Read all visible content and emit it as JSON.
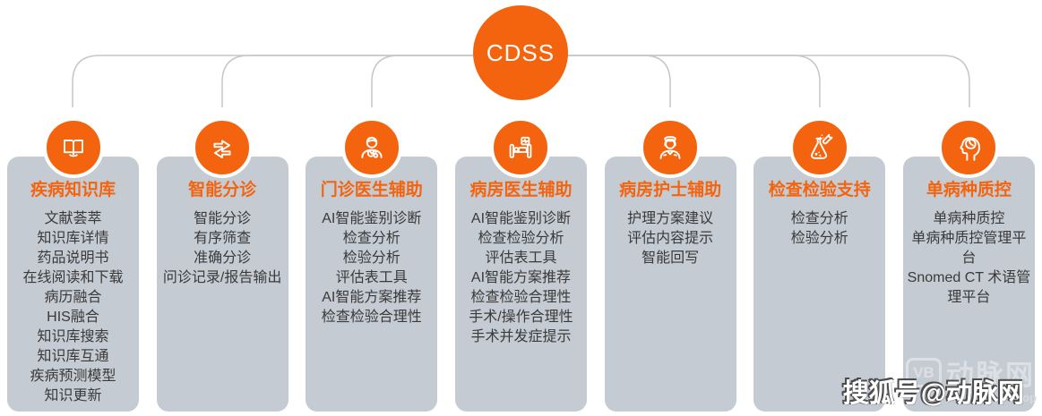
{
  "root_node": {
    "label": "CDSS"
  },
  "colors": {
    "accent_orange": "#f4640f",
    "card_background": "#c5cbd2",
    "connector_line": "#c6c6c6",
    "item_text": "#3a3a3a",
    "background": "#ffffff"
  },
  "columns": [
    {
      "icon": "book-icon",
      "title": "疾病知识库",
      "items": [
        "文献荟萃",
        "知识库详情",
        "药品说明书",
        "在线阅读和下载",
        "病历融合",
        "HIS融合",
        "知识库搜索",
        "知识库互通",
        "疾病预测模型",
        "知识更新"
      ]
    },
    {
      "icon": "transfer-arrows-icon",
      "title": "智能分诊",
      "items": [
        "智能分诊",
        "有序筛查",
        "准确分诊",
        "问诊记录/报告输出"
      ]
    },
    {
      "icon": "doctor-icon",
      "title": "门诊医生辅助",
      "items": [
        "AI智能鉴别诊断",
        "检查分析",
        "检验分析",
        "评估表工具",
        "AI智能方案推荐",
        "检查检验合理性"
      ]
    },
    {
      "icon": "hospital-bed-icon",
      "title": "病房医生辅助",
      "items": [
        "AI智能鉴别诊断",
        "检查检验分析",
        "评估表工具",
        "AI智能方案推荐",
        "检查检验合理性",
        "手术/操作合理性",
        "手术并发症提示"
      ]
    },
    {
      "icon": "nurse-icon",
      "title": "病房护士辅助",
      "items": [
        "护理方案建议",
        "评估内容提示",
        "智能回写"
      ]
    },
    {
      "icon": "lab-flask-icon",
      "title": "检查检验支持",
      "items": [
        "检查分析",
        "检验分析"
      ]
    },
    {
      "icon": "brain-head-icon",
      "title": "单病种质控",
      "items": [
        "单病种质控",
        "单病种质控管理平台",
        "Snomed CT 术语管理平台"
      ]
    }
  ],
  "watermark": {
    "main_text": "搜狐号@动脉网",
    "logo_badge": "VB",
    "logo_text": "动脉网",
    "partial_text": "op"
  }
}
